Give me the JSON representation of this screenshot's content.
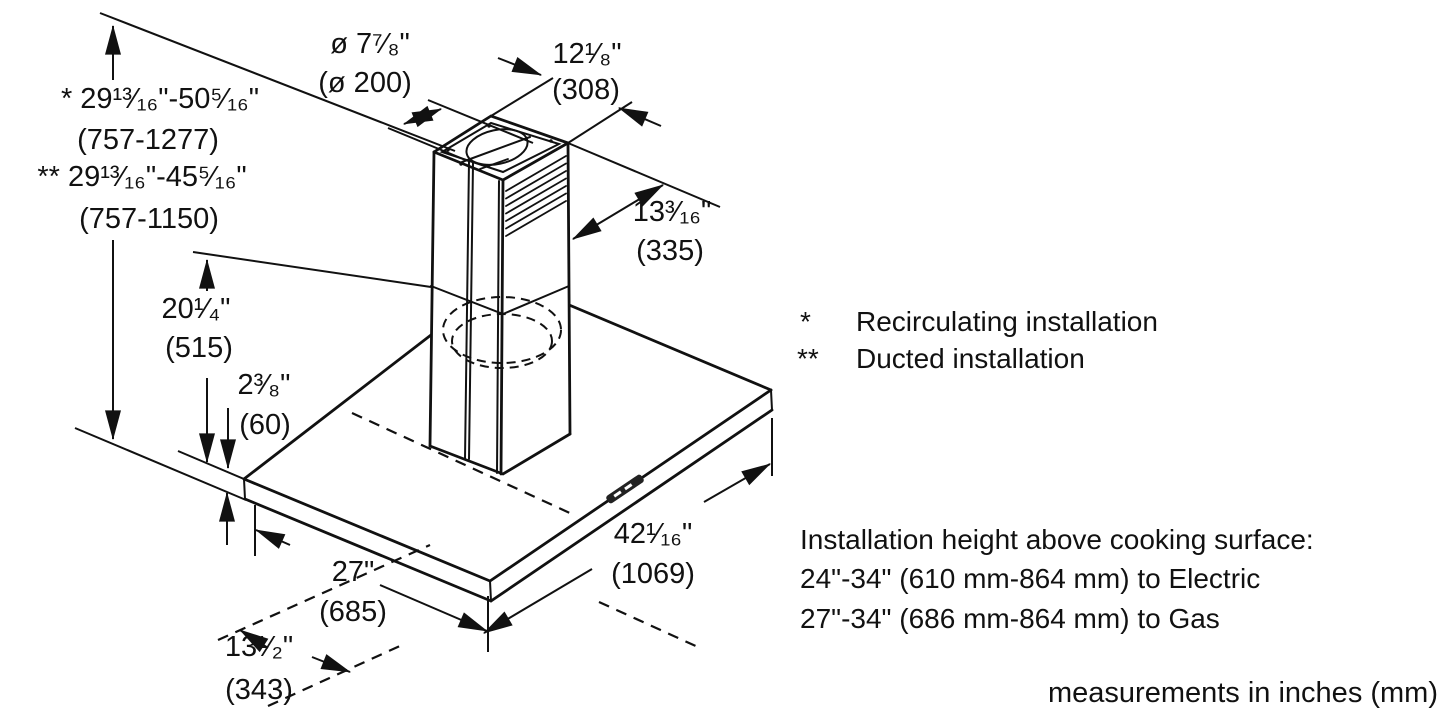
{
  "diagram": {
    "dims": {
      "height_recirc": {
        "line1": "* 29¹³⁄₁₆\"-50⁵⁄₁₆\"",
        "line2": "(757-1277)"
      },
      "height_ducted": {
        "line1": "** 29¹³⁄₁₆\"-45⁵⁄₁₆\"",
        "line2": "(757-1150)"
      },
      "duct_diameter": {
        "line1": "ø 7⁷⁄₈\"",
        "line2": "(ø 200)"
      },
      "chimney_width": {
        "line1": "12¹⁄₈\"",
        "line2": "(308)"
      },
      "chimney_depth": {
        "line1": "13³⁄₁₆\"",
        "line2": "(335)"
      },
      "lower_chimney_height": {
        "line1": "20¹⁄₄\"",
        "line2": "(515)"
      },
      "canopy_thickness": {
        "line1": "2³⁄₈\"",
        "line2": "(60)"
      },
      "canopy_width": {
        "line1": "42¹⁄₁₆\"",
        "line2": "(1069)"
      },
      "canopy_depth": {
        "line1": "27\"",
        "line2": "(685)"
      },
      "front_offset": {
        "line1": "13¹⁄₂\"",
        "line2": "(343)"
      }
    },
    "legend": {
      "recirc_mark": "*",
      "recirc_text": "Recirculating installation",
      "ducted_mark": "**",
      "ducted_text": "Ducted installation"
    },
    "note": {
      "line1": "Installation height above cooking surface:",
      "line2": "24\"-34\" (610 mm-864 mm) to Electric",
      "line3": "27\"-34\" (686 mm-864 mm) to Gas"
    },
    "footer": "measurements in inches (mm)",
    "colors": {
      "ink": "#111111",
      "background": "#ffffff"
    }
  }
}
